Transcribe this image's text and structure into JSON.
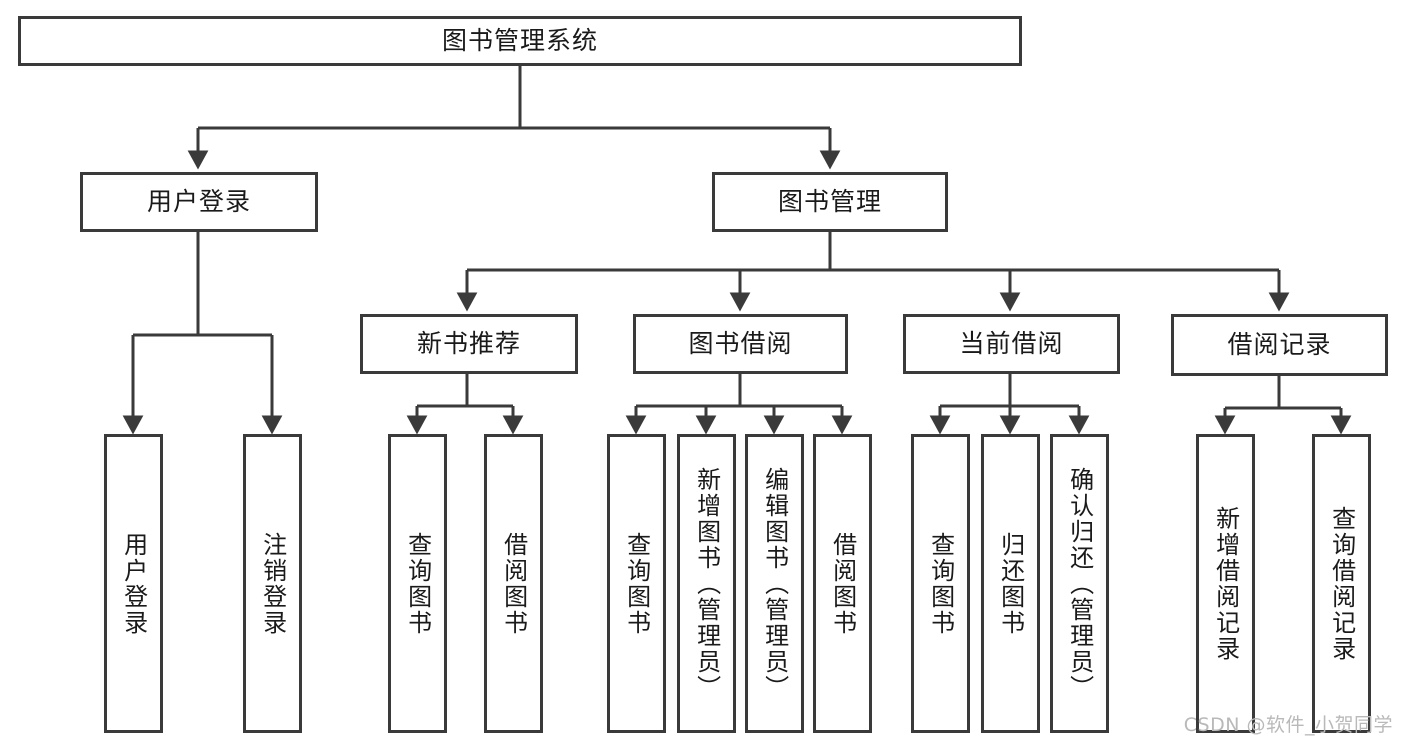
{
  "diagram": {
    "title": "图书管理系统",
    "watermark": "CSDN @软件_小贺同学",
    "colors": {
      "border": "#3a3a3a",
      "background": "#ffffff",
      "text": "#1a1a1a",
      "watermark": "#b9b9b9"
    },
    "levels": {
      "root": {
        "label": "图书管理系统"
      },
      "level2": [
        {
          "label": "用户登录"
        },
        {
          "label": "图书管理"
        }
      ],
      "level3": [
        {
          "label": "新书推荐"
        },
        {
          "label": "图书借阅"
        },
        {
          "label": "当前借阅"
        },
        {
          "label": "借阅记录"
        }
      ],
      "leaves": {
        "user_login": [
          {
            "label": "用户登录"
          },
          {
            "label": "注销登录"
          }
        ],
        "new_book_recommend": [
          {
            "label": "查询图书"
          },
          {
            "label": "借阅图书"
          }
        ],
        "book_borrow": [
          {
            "label": "查询图书"
          },
          {
            "label": "新增图书（管理员）"
          },
          {
            "label": "编辑图书（管理员）"
          },
          {
            "label": "借阅图书"
          }
        ],
        "current_borrow": [
          {
            "label": "查询图书"
          },
          {
            "label": "归还图书"
          },
          {
            "label": "确认归还（管理员）"
          }
        ],
        "borrow_record": [
          {
            "label": "新增借阅记录"
          },
          {
            "label": "查询借阅记录"
          }
        ]
      }
    }
  }
}
